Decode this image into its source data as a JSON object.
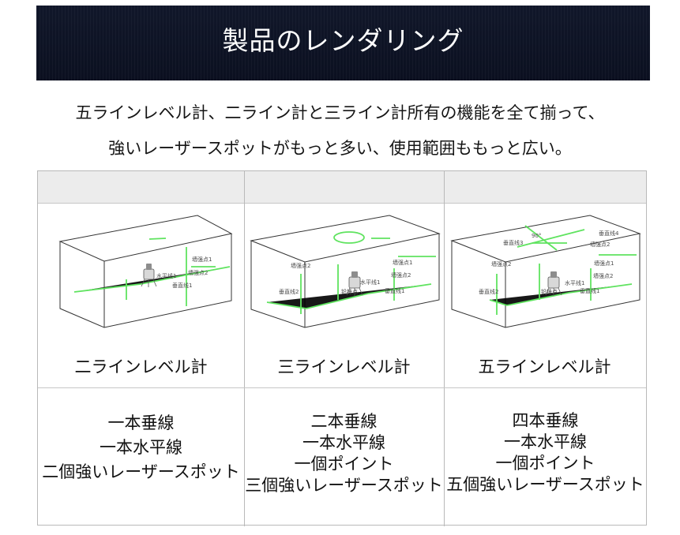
{
  "banner": {
    "title": "製品のレンダリング",
    "background_color": "#0d1426"
  },
  "intro": {
    "line1": "五ラインレベル計、二ライン計と三ライン計所有の機能を全て揃って、",
    "line2": "強いレーザースポットがもっと多い、使用範囲ももっと広い。"
  },
  "panels": [
    {
      "name": "二ラインレベル計",
      "diagram_labels": [
        "墙强点1",
        "墙强点2",
        "水平线1",
        "垂直线1"
      ],
      "features": [
        "一本垂線",
        "一本水平線",
        "二個強いレーザースポット"
      ]
    },
    {
      "name": "三ラインレベル計",
      "diagram_labels": [
        "墙强点2",
        "垂直线2",
        "墙强点1",
        "墙强点2",
        "水平线1",
        "垂直线1",
        "铅锤点"
      ],
      "features": [
        "二本垂線",
        "一本水平線",
        "一個ポイント",
        "三個強いレーザースポット"
      ]
    },
    {
      "name": "五ラインレベル計",
      "diagram_labels": [
        "垂直线3",
        "90°",
        "垂直线4",
        "墙强点2",
        "墙强点2",
        "墙强点1",
        "垂直线2",
        "水平线1",
        "墙强点2",
        "铅锤点",
        "垂直线1"
      ],
      "features": [
        "四本垂線",
        "一本水平線",
        "一個ポイント",
        "五個強いレーザースポット"
      ]
    }
  ],
  "colors": {
    "laser": "#4ee04e",
    "box_line": "#333333",
    "header_fill": "#ececec"
  }
}
